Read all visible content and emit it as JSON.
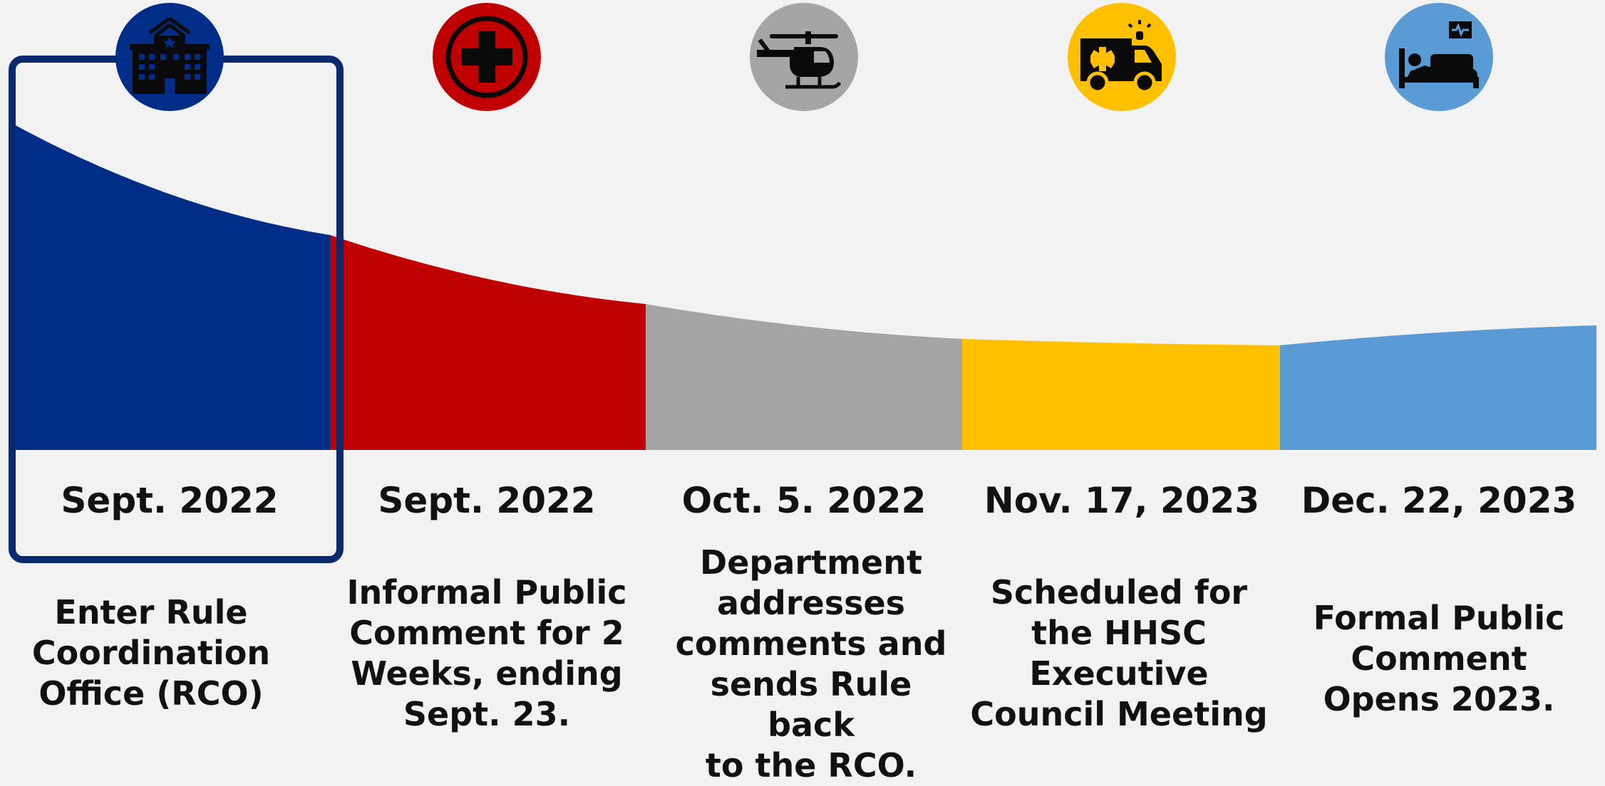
{
  "colors": {
    "background": "#f2f2f2",
    "highlight_border": "#0a2a70",
    "text": "#111111"
  },
  "steps": [
    {
      "date": "Sept. 2022",
      "desc_lines": [
        "Enter Rule",
        "Coordination",
        "Office (RCO)"
      ],
      "color": "#002d87",
      "icon": "hospital-building-icon",
      "highlighted": true
    },
    {
      "date": "Sept. 2022",
      "desc_lines": [
        "Informal Public",
        "Comment for 2",
        "Weeks, ending",
        "Sept. 23."
      ],
      "color": "#c00000",
      "icon": "medical-cross-icon",
      "highlighted": false
    },
    {
      "date": "Oct. 5. 2022",
      "desc_lines": [
        "Department",
        "addresses",
        "comments and",
        "sends Rule back",
        "to the RCO."
      ],
      "color": "#a5a5a5",
      "icon": "helicopter-icon",
      "highlighted": false
    },
    {
      "date": "Nov. 17, 2023",
      "desc_lines": [
        "Scheduled for",
        "the HHSC",
        "Executive",
        "Council Meeting"
      ],
      "color": "#ffc000",
      "icon": "ambulance-icon",
      "highlighted": false
    },
    {
      "date": "Dec. 22, 2023",
      "desc_lines": [
        "Formal Public",
        "Comment",
        "Opens 2023."
      ],
      "color": "#5b9bd5",
      "icon": "hospital-bed-icon",
      "highlighted": false
    }
  ]
}
